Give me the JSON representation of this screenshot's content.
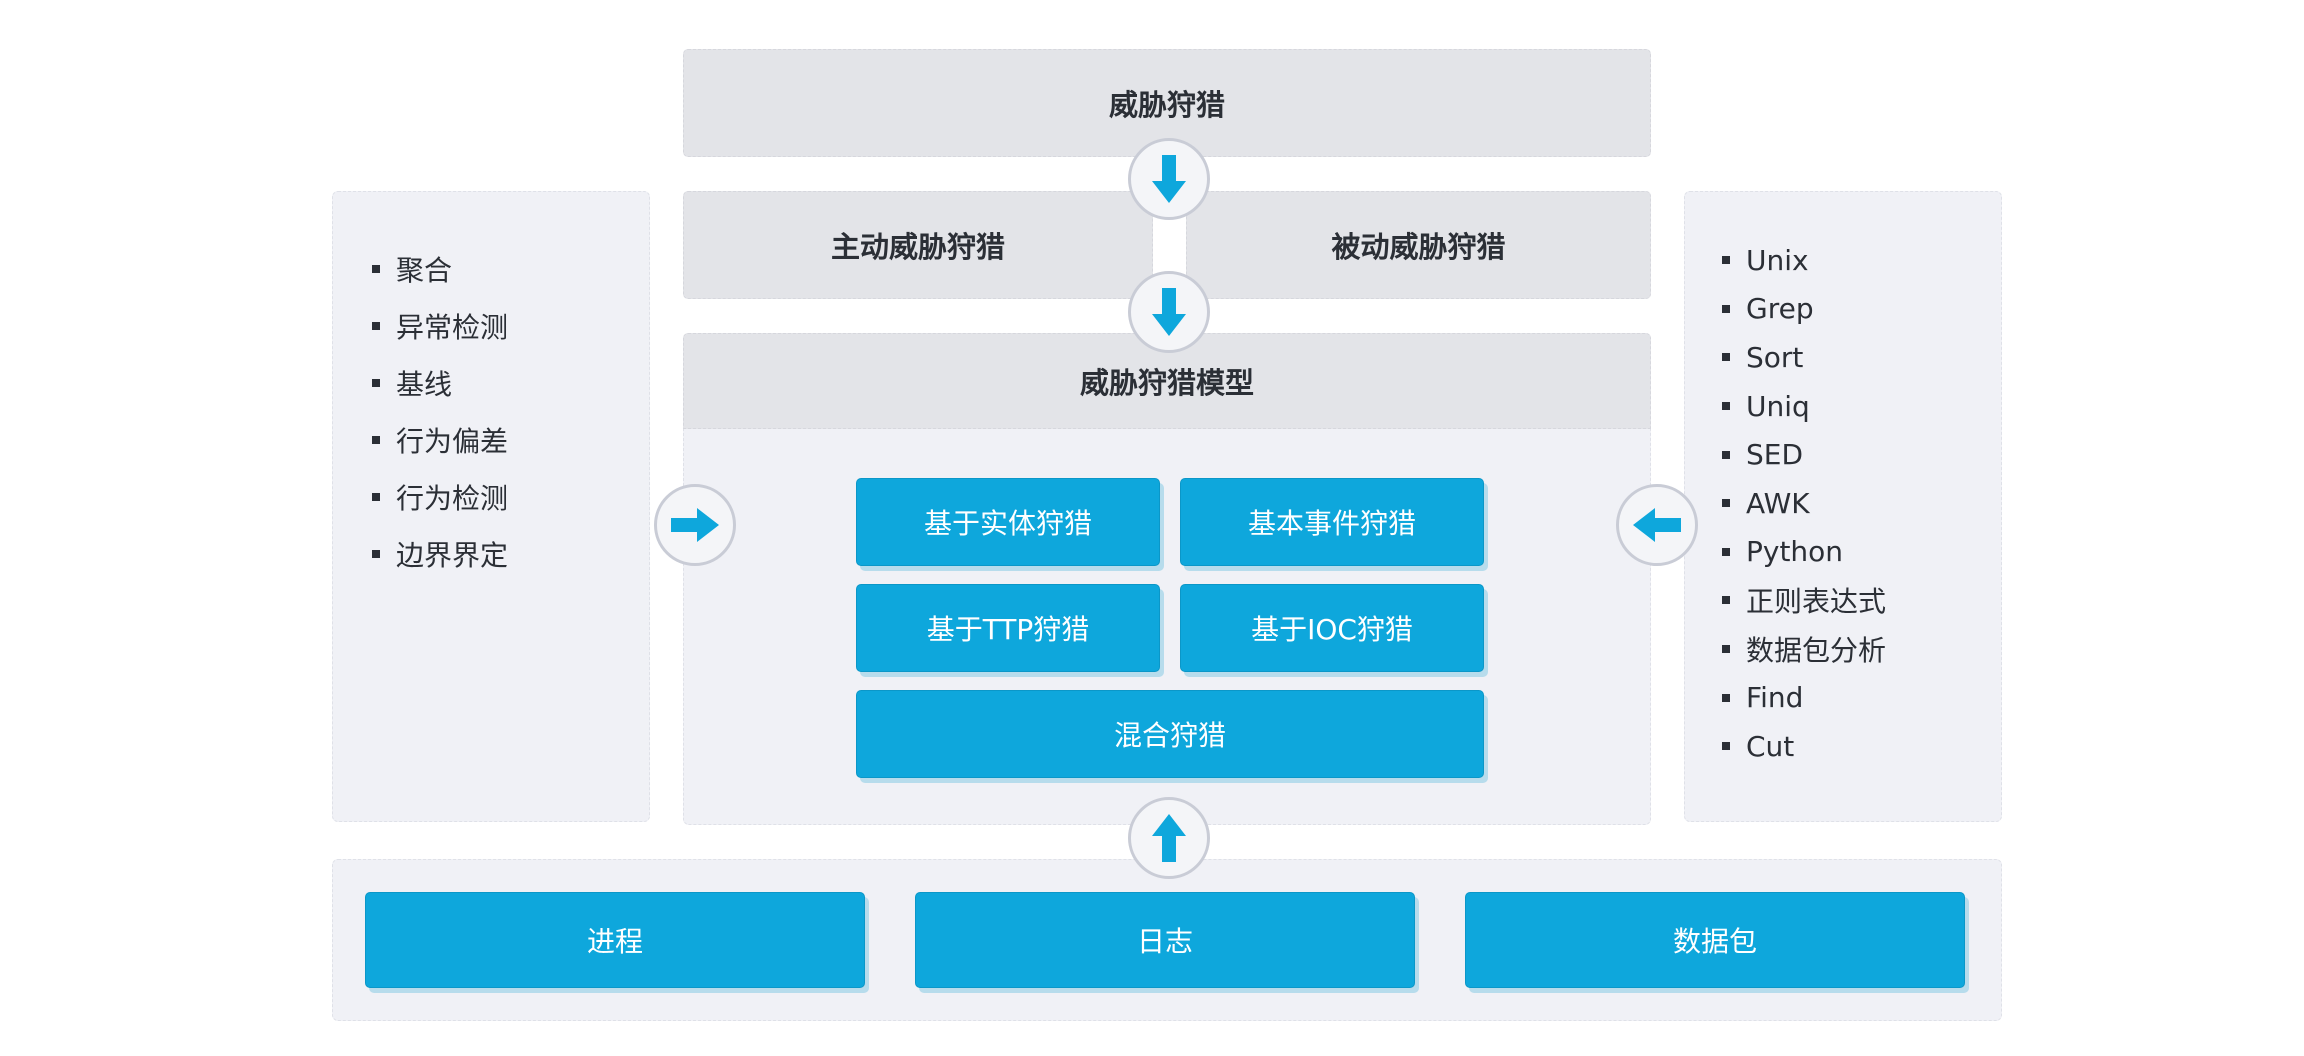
{
  "top_title": "威胁狩猎",
  "hunt_types": {
    "active": "主动威胁狩猎",
    "passive": "被动威胁狩猎"
  },
  "model": {
    "title": "威胁狩猎模型",
    "entity": "基于实体狩猎",
    "event": "基本事件狩猎",
    "ttp": "基于TTP狩猎",
    "ioc": "基于IOC狩猎",
    "hybrid": "混合狩猎"
  },
  "left_list": [
    "聚合",
    "异常检测",
    "基线",
    "行为偏差",
    "行为检测",
    "边界界定"
  ],
  "right_list": [
    "Unix",
    "Grep",
    "Sort",
    "Uniq",
    "SED",
    "AWK",
    "Python",
    "正则表达式",
    "数据包分析",
    "Find",
    "Cut"
  ],
  "sources": {
    "process": "进程",
    "log": "日志",
    "packet": "数据包"
  },
  "arrow_icons": [
    "arrow-down-icon",
    "arrow-right-icon",
    "arrow-left-icon",
    "arrow-up-icon"
  ],
  "colors": {
    "accent_blue": "#0ea7dc",
    "panel_bg": "#f0f1f6",
    "header_gray": "#e3e4e8",
    "text": "#2b2f36"
  }
}
